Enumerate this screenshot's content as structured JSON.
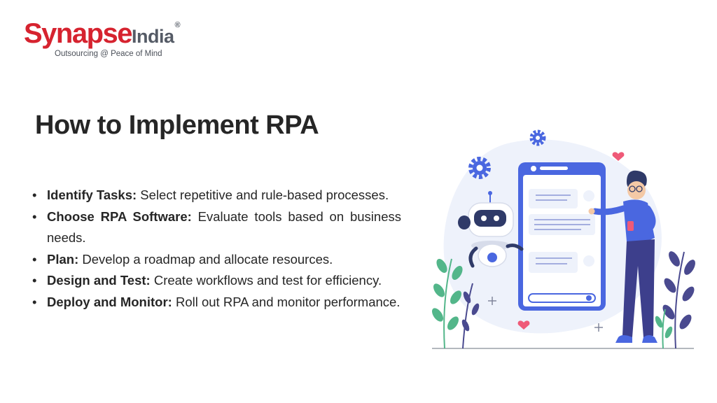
{
  "logo": {
    "synapse": "Synapse",
    "india": "India",
    "registered": "®",
    "tagline": "Outsourcing @ Peace of Mind"
  },
  "slide": {
    "title": "How to Implement RPA",
    "bullets": [
      {
        "term": "Identify Tasks:",
        "text": " Select repetitive and rule-based processes."
      },
      {
        "term": "Choose RPA Software:",
        "text": " Evaluate tools based on business needs."
      },
      {
        "term": "Plan:",
        "text": " Develop a roadmap and allocate resources."
      },
      {
        "term": "Design and Test:",
        "text": " Create workflows and test for efficiency."
      },
      {
        "term": "Deploy and Monitor:",
        "text": " Roll out RPA and monitor performance."
      }
    ]
  },
  "colors": {
    "brand_red": "#d6232f",
    "brand_gray": "#555b66",
    "accent_blue": "#4a67e0",
    "leaf_green": "#53b68a",
    "leaf_purple": "#4a4a8f",
    "heart_pink": "#ef5a78"
  },
  "icons": [
    "gear-icon",
    "heart-icon",
    "sparkle-icon",
    "robot-icon",
    "phone-icon",
    "person-icon",
    "leaf-icon"
  ]
}
